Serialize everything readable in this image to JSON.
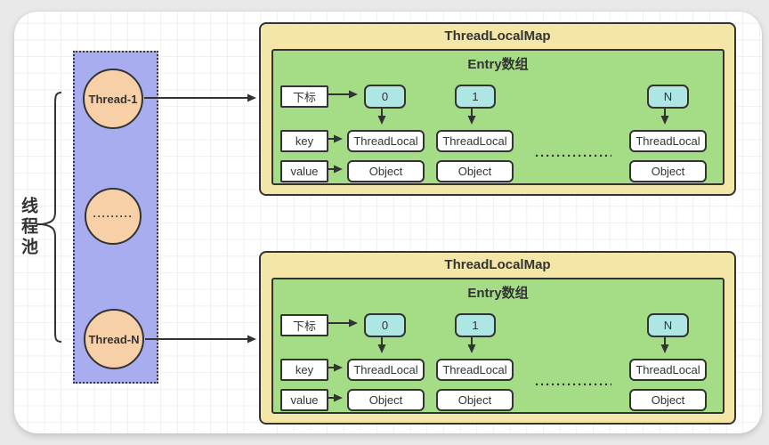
{
  "colors": {
    "background": "#e9e9e9",
    "canvas": "#ffffff",
    "pool_fill": "#a7adef",
    "thread_fill": "#f8d0a8",
    "map_fill": "#f3e6a7",
    "entry_fill": "#a5dd87",
    "index_cell_fill": "#aee6e4",
    "cell_fill": "#ffffff",
    "stroke": "#333333"
  },
  "pool": {
    "label": "线程池",
    "threads": [
      {
        "label": "Thread-1"
      },
      {
        "label": "·········"
      },
      {
        "label": "Thread-N"
      }
    ]
  },
  "maps": [
    {
      "title": "ThreadLocalMap",
      "array_title": "Entry数组",
      "row_labels": {
        "index": "下标",
        "key": "key",
        "value": "value"
      },
      "columns": [
        {
          "index": "0",
          "key": "ThreadLocal",
          "value": "Object"
        },
        {
          "index": "1",
          "key": "ThreadLocal",
          "value": "Object"
        },
        {
          "index": "N",
          "key": "ThreadLocal",
          "value": "Object"
        }
      ],
      "ellipsis": "·················"
    },
    {
      "title": "ThreadLocalMap",
      "array_title": "Entry数组",
      "row_labels": {
        "index": "下标",
        "key": "key",
        "value": "value"
      },
      "columns": [
        {
          "index": "0",
          "key": "ThreadLocal",
          "value": "Object"
        },
        {
          "index": "1",
          "key": "ThreadLocal",
          "value": "Object"
        },
        {
          "index": "N",
          "key": "ThreadLocal",
          "value": "Object"
        }
      ],
      "ellipsis": "·················"
    }
  ]
}
